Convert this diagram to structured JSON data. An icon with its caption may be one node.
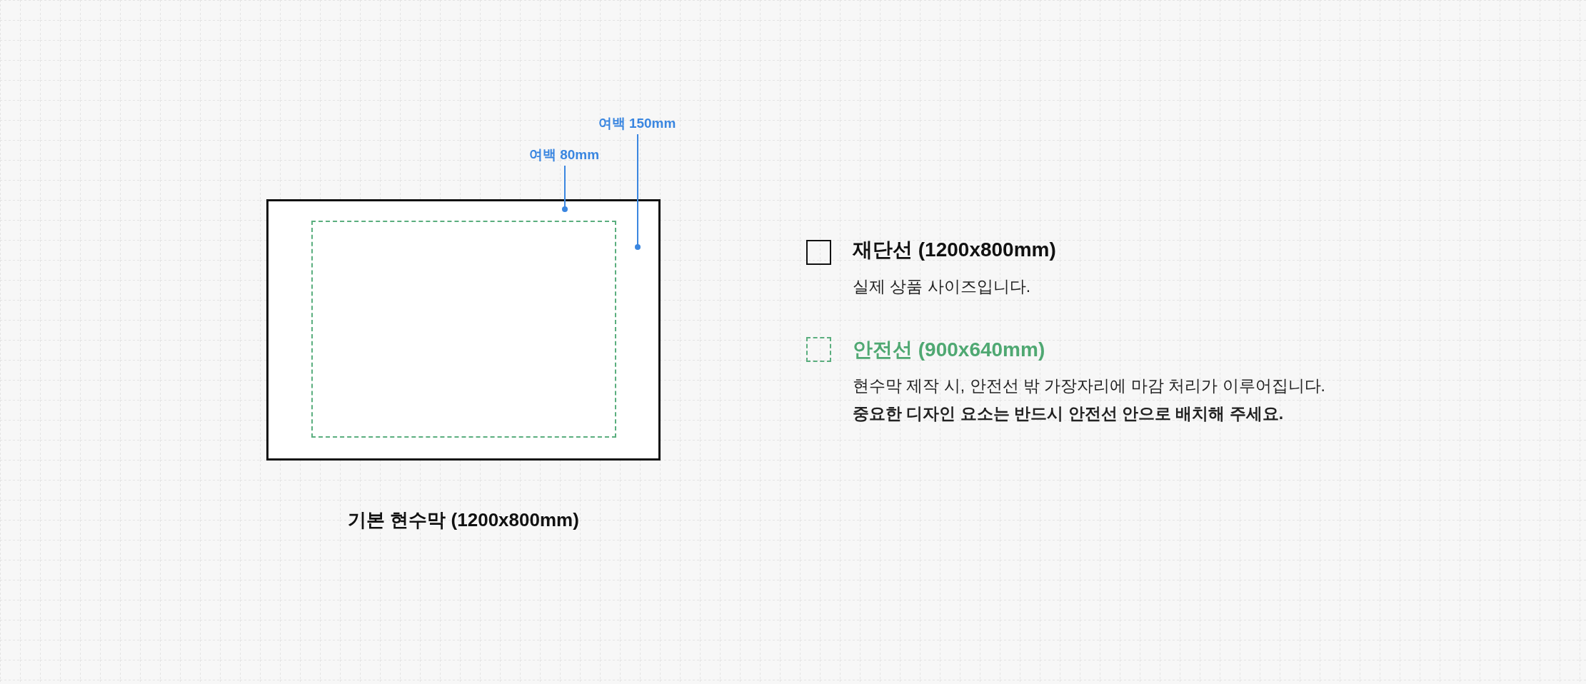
{
  "diagram": {
    "nodes": [
      {
        "text": [
          "여백 150mm"
        ]
      },
      {
        "text": [
          "여백 80mm"
        ]
      },
      {
        "text": [],
        "shape": "box",
        "beside": [
          "기본 현수막 (1200x800mm)"
        ]
      },
      {
        "text": [],
        "shape": "box",
        "in": 2
      }
    ],
    "edges": [
      {
        "from": 0,
        "to": 3,
        "arrow": "other"
      },
      {
        "from": 1,
        "to": 3,
        "arrow": "other"
      }
    ],
    "labels": [
      "실제 상품 사이즈입니다.",
      "현수막 제작 시, 안전선 밖 가장자리에 마감 처리가 이루어집니다.",
      "중요한 디자인 요소는 반드시 안전선 안으로 배치해 주세요."
    ],
    "legend": [
      {
        "text": "재단선 (1200x800mm)"
      },
      {
        "text": "안전선 (900x640mm)"
      }
    ]
  }
}
